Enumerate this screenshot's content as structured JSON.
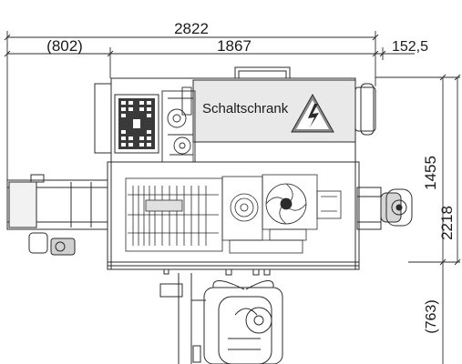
{
  "dimensions": {
    "overall_width": "2822",
    "left_offset": "(802)",
    "main_width": "1867",
    "right_offset": "152,5",
    "main_height": "1455",
    "overall_height": "2218",
    "bottom_offset": "(763)"
  },
  "labels": {
    "control_cabinet": "Schaltschrank"
  },
  "icons": {
    "warning": "high-voltage-warning-icon"
  },
  "colors": {
    "line": "#2b2b2b",
    "background": "#ffffff",
    "cabinet_fill": "#e9e9e9"
  }
}
